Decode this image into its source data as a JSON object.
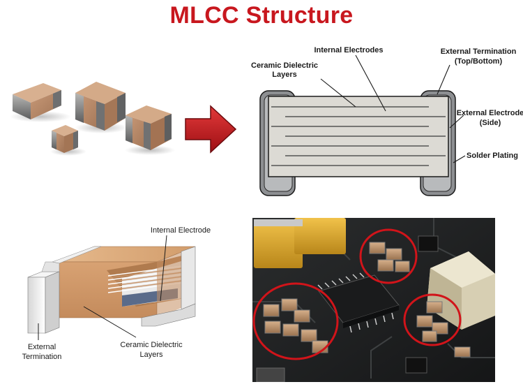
{
  "page": {
    "title": "MLCC Structure"
  },
  "top_diagram": {
    "labels": {
      "internal_electrodes": "Internal Electrodes",
      "ceramic_dielectric_line1": "Ceramic Dielectric",
      "ceramic_dielectric_line2": "Layers",
      "external_termination_line1": "External Termination",
      "external_termination_line2": "(Top/Bottom)",
      "external_electrode_line1": "External Electrode",
      "external_electrode_line2": "(Side)",
      "solder_plating": "Solder Plating"
    },
    "colors": {
      "dielectric": "#dcdad4",
      "electrode_line": "#3a3a3a",
      "termination": "#8d8f92",
      "outline": "#1a1a1a"
    }
  },
  "bottom_diagram": {
    "labels": {
      "internal_electrode": "Internal Electrode",
      "external_line1": "External",
      "external_line2": "Termination",
      "ceramic_line1": "Ceramic Dielectric",
      "ceramic_line2": "Layers"
    },
    "colors": {
      "body": "#d8a273",
      "body_dark": "#b98456",
      "cap": "#f2f2f2"
    }
  },
  "arrow": {
    "color": "#c8171e"
  },
  "pcb_photo": {
    "highlight_color": "#d1141a"
  }
}
